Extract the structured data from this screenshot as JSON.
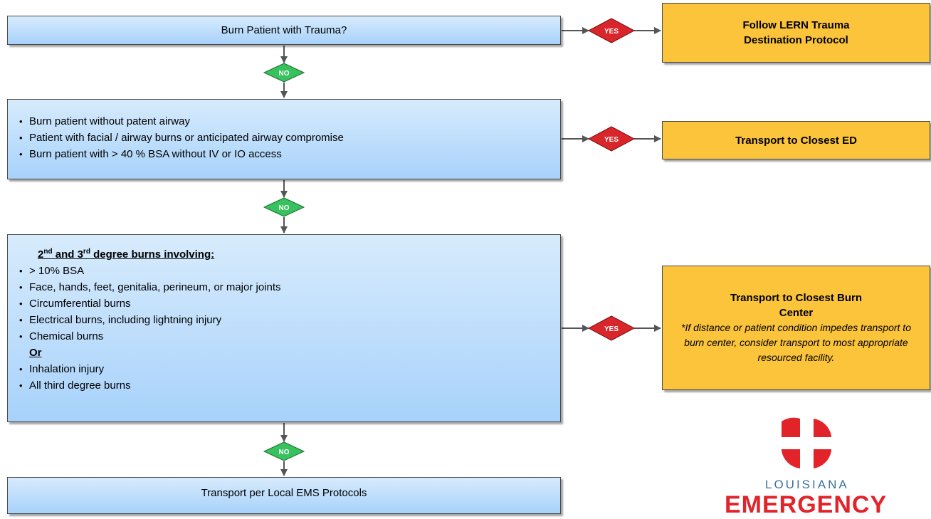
{
  "decision1": {
    "title": "Burn Patient with Trauma?"
  },
  "decision2": {
    "items": [
      "Burn patient without patent airway",
      "Patient with facial / airway burns or anticipated airway compromise",
      "Burn patient with > 40 % BSA without IV or IO access"
    ]
  },
  "decision3": {
    "heading_num1": "2",
    "heading_sup1": "nd",
    "heading_mid": " and 3",
    "heading_sup2": "rd",
    "heading_tail": " degree burns involving:",
    "items_a": [
      "> 10% BSA",
      "Face, hands, feet, genitalia, perineum, or major joints",
      "Circumferential burns",
      "Electrical burns, including lightning injury",
      "Chemical burns"
    ],
    "or_label": "Or",
    "items_b": [
      "Inhalation injury",
      "All third degree burns"
    ]
  },
  "final": {
    "title": "Transport per Local EMS Protocols"
  },
  "outcome1": {
    "line1": "Follow LERN Trauma",
    "line2": "Destination Protocol"
  },
  "outcome2": {
    "title": "Transport to Closest ED"
  },
  "outcome3": {
    "line1": "Transport to Closest Burn",
    "line2": "Center",
    "note": "*If distance or patient condition impedes transport to burn center, consider transport to most appropriate resourced facility."
  },
  "labels": {
    "yes": "YES",
    "no": "NO"
  },
  "logo": {
    "line1": "LOUISIANA",
    "line2": "EMERGENCY"
  },
  "colors": {
    "decision_fill_top": "#d7ebfc",
    "decision_fill_bottom": "#a8d2fb",
    "outcome_fill": "#fbc43a",
    "yes_diamond": "#d9262b",
    "no_diamond": "#37c25e",
    "logo_red": "#e2242a"
  }
}
